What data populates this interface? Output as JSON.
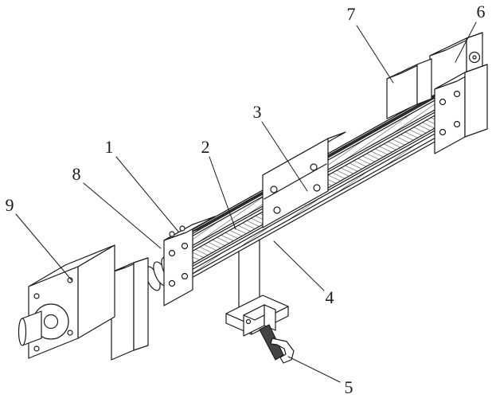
{
  "figure": {
    "kind": "isometric patent-style line drawing",
    "subject": "motorized linear actuator module with slider carriage, support bracket and toggle clamp",
    "background_color": "#ffffff",
    "line_color": "#1a1a1a",
    "labels": [
      {
        "text": "1"
      },
      {
        "text": "2"
      },
      {
        "text": "3"
      },
      {
        "text": "4"
      },
      {
        "text": "5"
      },
      {
        "text": "6"
      },
      {
        "text": "7"
      },
      {
        "text": "8"
      },
      {
        "text": "9"
      }
    ]
  }
}
